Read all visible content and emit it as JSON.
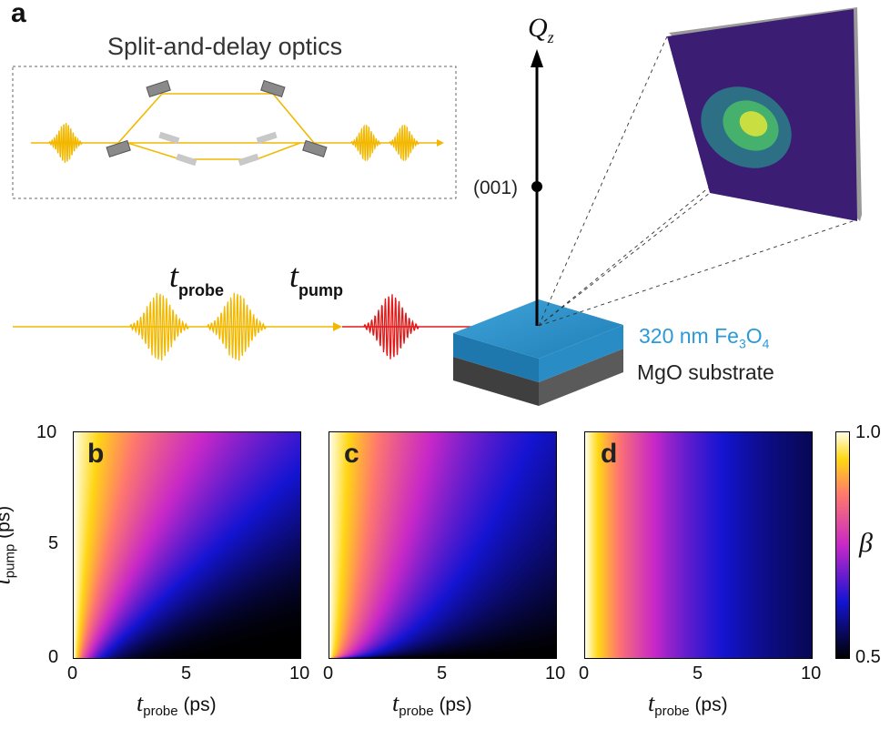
{
  "figure": {
    "panel_a": {
      "label": "a",
      "optics_title": "Split-and-delay optics",
      "qz_symbol": "Q",
      "qz_sub": "z",
      "peak_label": "(001)",
      "t_probe_symbol": "t",
      "t_probe_sub": "probe",
      "t_pump_symbol": "t",
      "t_pump_sub": "pump",
      "film_label_pre": "320 nm Fe",
      "film_sub1": "3",
      "film_mid": "O",
      "film_sub2": "4",
      "substrate_label": "MgO substrate",
      "colors": {
        "xray": "#f5b800",
        "pump": "#e01818",
        "film": "#2e8fc6",
        "substrate": "#555555",
        "detector": "#3a1e78"
      }
    },
    "heatmaps": {
      "x_ticks": [
        "0",
        "5",
        "10"
      ],
      "y_ticks": [
        "0",
        "5",
        "10"
      ],
      "x_label_symbol": "t",
      "x_label_sub": "probe",
      "x_label_unit": " (ps)",
      "y_label_symbol": "t",
      "y_label_sub": "pump",
      "y_label_unit": " (ps)",
      "panels": [
        {
          "label": "b"
        },
        {
          "label": "c"
        },
        {
          "label": "d"
        }
      ],
      "colorbar": {
        "symbol": "β",
        "max": "1.0",
        "min": "0.5",
        "colormap": "plasma-like"
      }
    }
  }
}
